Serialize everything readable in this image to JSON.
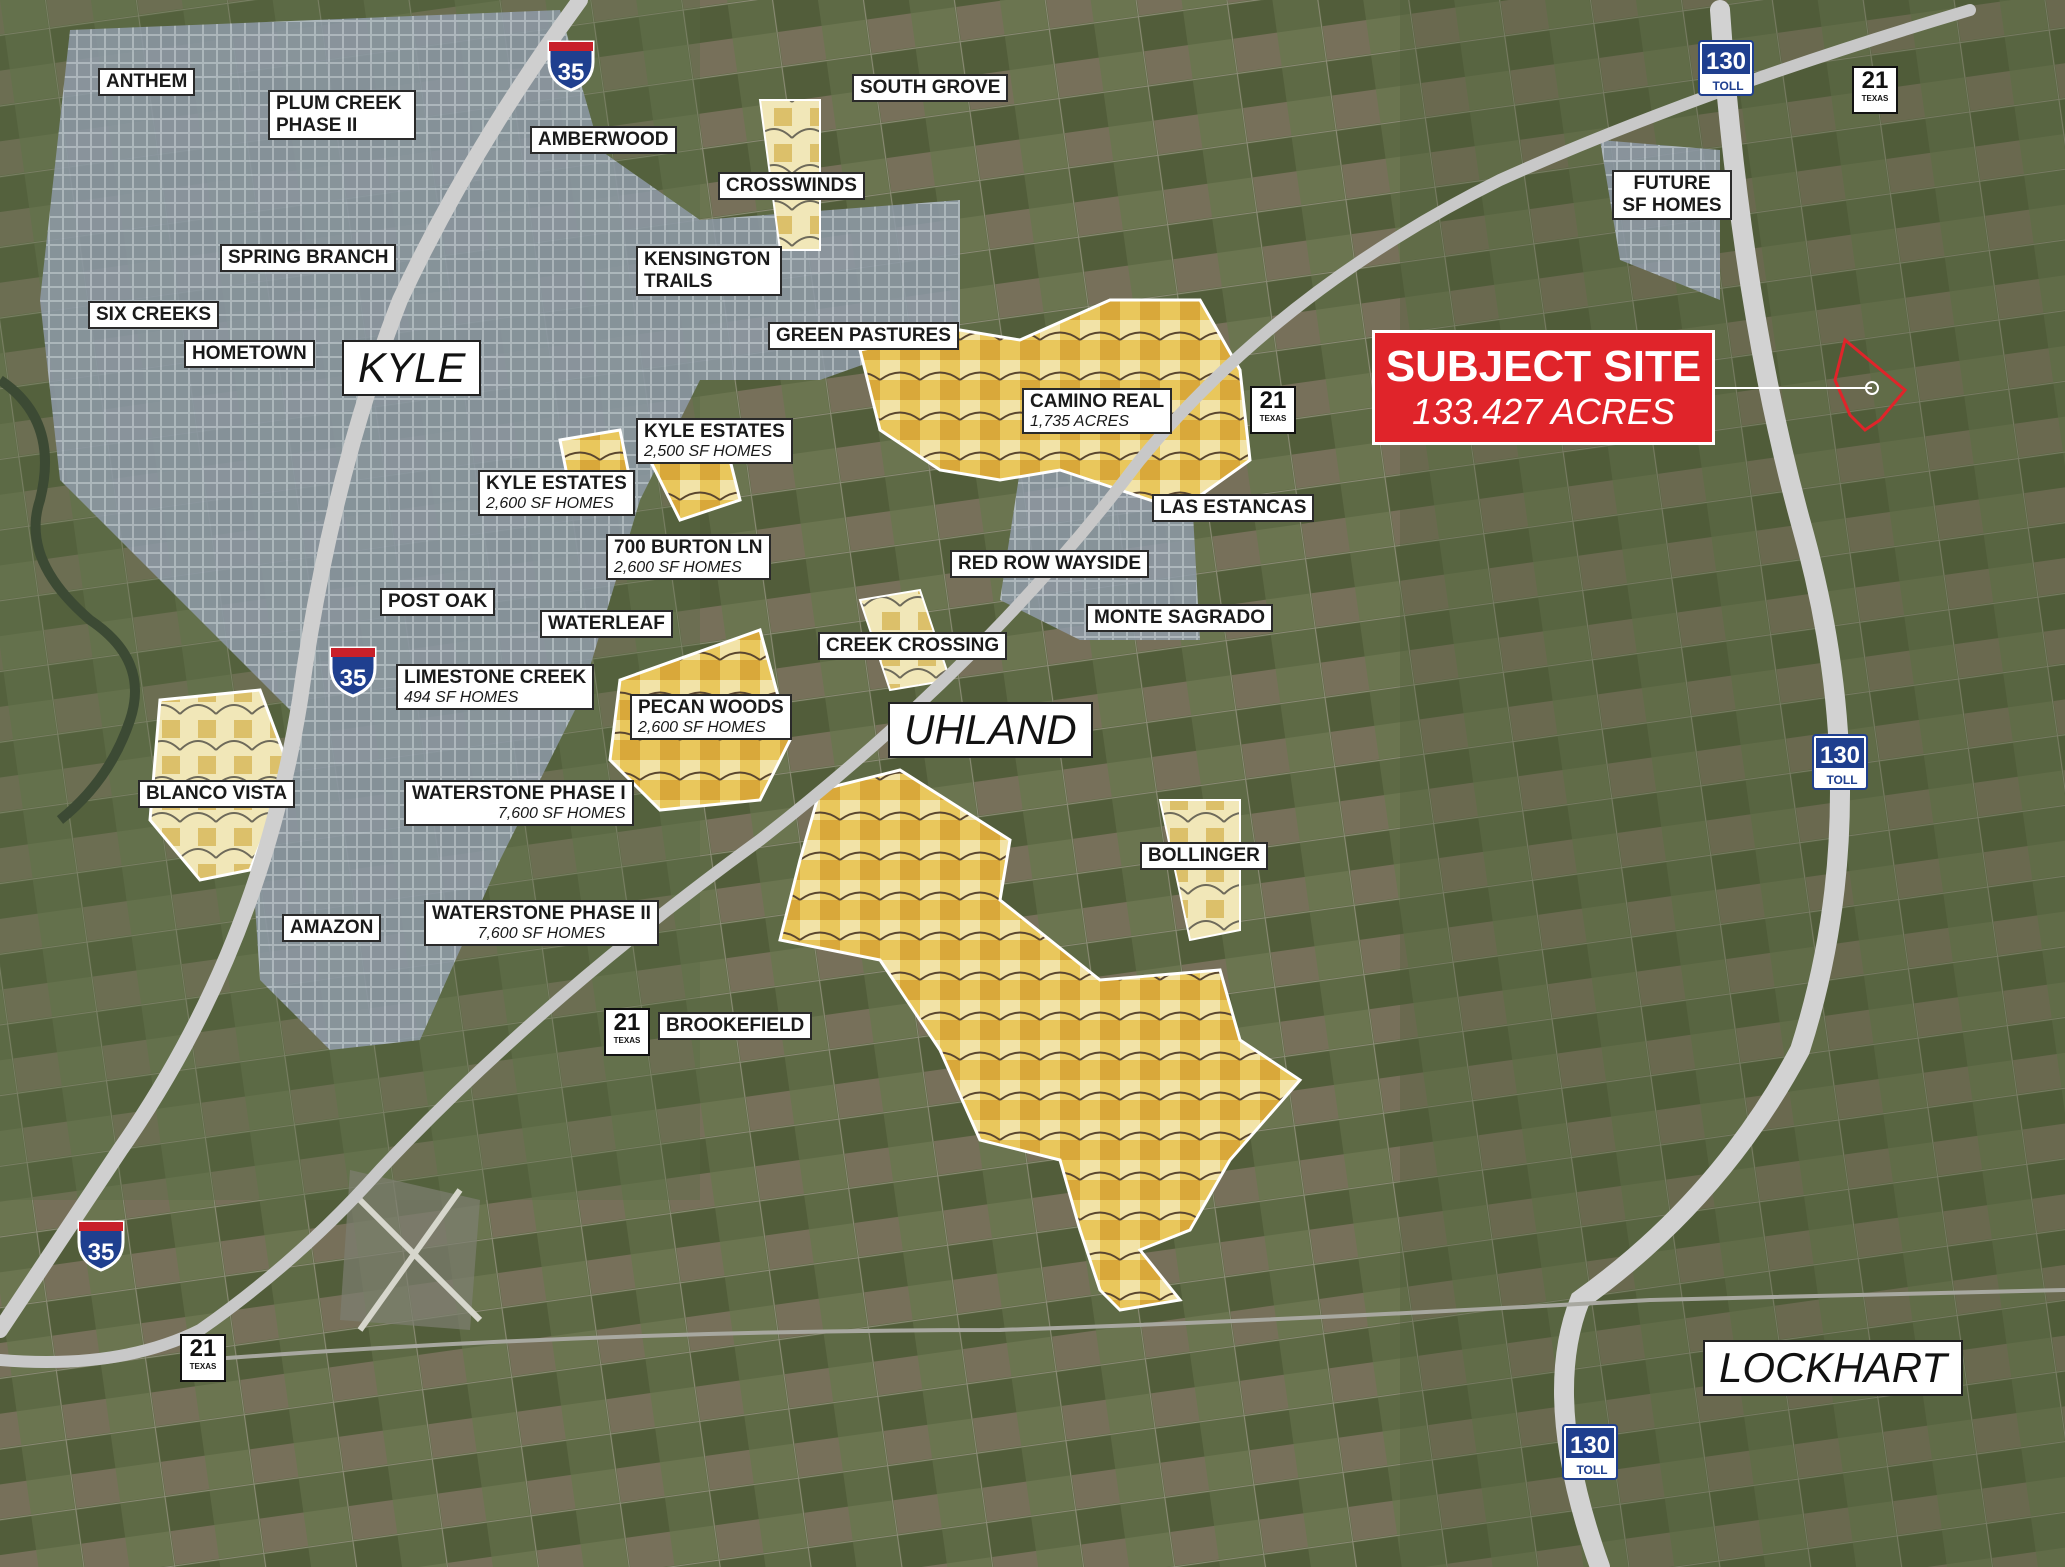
{
  "map": {
    "subject_site": {
      "title": "SUBJECT SITE",
      "acres": "133.427 ACRES"
    },
    "cities": {
      "kyle": "KYLE",
      "uhland": "UHLAND",
      "lockhart": "LOCKHART"
    },
    "labels": {
      "anthem": "ANTHEM",
      "plum_creek": "PLUM CREEK PHASE II",
      "amberwood": "AMBERWOOD",
      "south_grove": "SOUTH GROVE",
      "crosswinds": "CROSSWINDS",
      "spring_branch": "SPRING BRANCH",
      "kensington_trails": "KENSINGTON TRAILS",
      "six_creeks": "SIX CREEKS",
      "hometown": "HOMETOWN",
      "green_pastures": "GREEN PASTURES",
      "camino_real": {
        "name": "CAMINO REAL",
        "detail": "1,735 ACRES"
      },
      "kyle_estates_1": {
        "name": "KYLE ESTATES",
        "detail": "2,500 SF HOMES"
      },
      "kyle_estates_2": {
        "name": "KYLE ESTATES",
        "detail": "2,600 SF HOMES"
      },
      "las_estancas": "LAS ESTANCAS",
      "burton_ln": {
        "name": "700 BURTON LN",
        "detail": "2,600 SF HOMES"
      },
      "red_row_wayside": "RED ROW WAYSIDE",
      "post_oak": "POST OAK",
      "waterleaf": "WATERLEAF",
      "monte_sagrado": "MONTE SAGRADO",
      "creek_crossing": "CREEK CROSSING",
      "limestone_creek": {
        "name": "LIMESTONE CREEK",
        "detail": "494 SF HOMES"
      },
      "pecan_woods": {
        "name": "PECAN WOODS",
        "detail": "2,600 SF HOMES"
      },
      "blanco_vista": "BLANCO VISTA",
      "waterstone_1": {
        "name": "WATERSTONE PHASE I",
        "detail": "7,600 SF HOMES"
      },
      "bollinger": "BOLLINGER",
      "amazon": "AMAZON",
      "waterstone_2": {
        "name": "WATERSTONE PHASE II",
        "detail": "7,600 SF HOMES"
      },
      "brookefield": "BROOKEFIELD",
      "future_sf": "FUTURE SF HOMES"
    },
    "shields": {
      "i35": "35",
      "tx21": "21",
      "texas": "TEXAS",
      "sh130": "130",
      "toll": "TOLL"
    },
    "colors": {
      "subject_red": "#e0242a",
      "highway": "#c9c9c9",
      "development_yellow": "#e8c75a",
      "subdivision_blue": "#9aa6b4"
    }
  }
}
